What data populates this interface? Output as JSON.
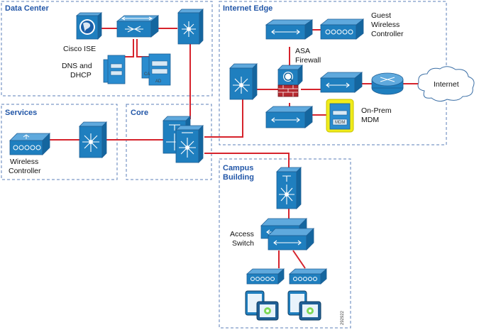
{
  "zones": {
    "data_center": "Data Center",
    "internet_edge": "Internet Edge",
    "services": "Services",
    "core": "Core",
    "campus_building": "Campus Building"
  },
  "labels": {
    "cisco_ise": "Cisco ISE",
    "dns_dhcp_line1": "DNS and",
    "dns_dhcp_line2": "DHCP",
    "ad": "AD",
    "ca": "CA",
    "guest_wlc_line1": "Guest",
    "guest_wlc_line2": "Wireless",
    "guest_wlc_line3": "Controller",
    "asa_line1": "ASA",
    "asa_line2": "Firewall",
    "internet": "Internet",
    "onprem_line1": "On-Prem",
    "onprem_line2": "MDM",
    "mdm_badge": "MDM",
    "wlc_line1": "Wireless",
    "wlc_line2": "Controller",
    "access_line1": "Access",
    "access_line2": "Switch",
    "campus_line1": "Campus",
    "campus_line2": "Building",
    "figure_id": "292922"
  },
  "colors": {
    "link": "#d6232c",
    "zone_border": "#5b7fb8",
    "zone_title": "#2357a8",
    "device": "#1f7fbf",
    "mdm_highlight": "#f0ec1a"
  },
  "icons": [
    "ise-globe-icon",
    "switch-icon",
    "router-icon",
    "server-icon",
    "firewall-icon",
    "cloud-icon",
    "wireless-controller-icon",
    "multilayer-switch-icon",
    "tablet-icon"
  ]
}
